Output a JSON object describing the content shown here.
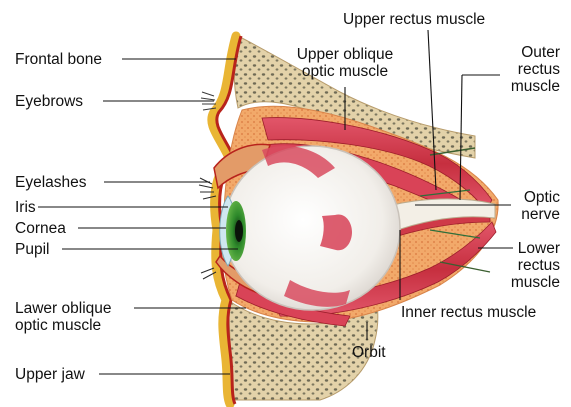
{
  "labels": {
    "frontal_bone": "Frontal bone",
    "eyebrows": "Eyebrows",
    "eyelashes": "Eyelashes",
    "iris": "Iris",
    "cornea": "Cornea",
    "pupil": "Pupil",
    "lower_oblique": "Lawer oblique\noptic muscle",
    "upper_jaw": "Upper jaw",
    "upper_rectus": "Upper rectus muscle",
    "upper_oblique": "Upper oblique\noptic muscle",
    "outer_rectus": "Outer\nrectus\nmuscle",
    "optic_nerve": "Optic\nnerve",
    "lower_rectus": "Lower\nrectus\nmuscle",
    "inner_rectus": "Inner rectus muscle",
    "orbit": "Orbit"
  },
  "colors": {
    "bone": "#e3d2a9",
    "bone_dots": "#6e6a55",
    "skin_yellow": "#e9b534",
    "skin_red": "#b8231c",
    "fat": "#f2a96a",
    "muscle": "#cf3a48",
    "muscle_light": "#f3c2c9",
    "eyeball": "#f6f4f1",
    "iris": "#2f8f2c",
    "leader_line": "#111111"
  }
}
